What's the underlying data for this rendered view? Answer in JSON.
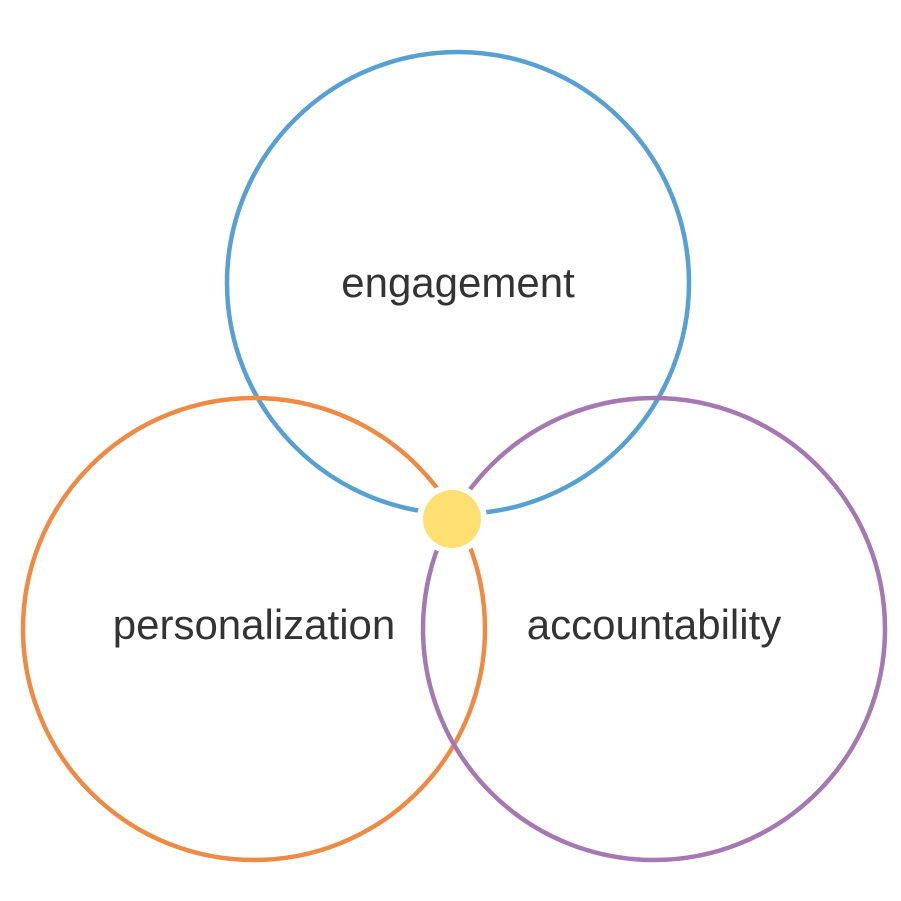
{
  "diagram": {
    "circles": [
      {
        "label": "engagement",
        "color": "#56A0D3"
      },
      {
        "label": "personalization",
        "color": "#EF8A44"
      },
      {
        "label": "accountability",
        "color": "#A678B3"
      }
    ],
    "center_dot_color": "#FDE071",
    "background_color": "#FFFFFF"
  }
}
